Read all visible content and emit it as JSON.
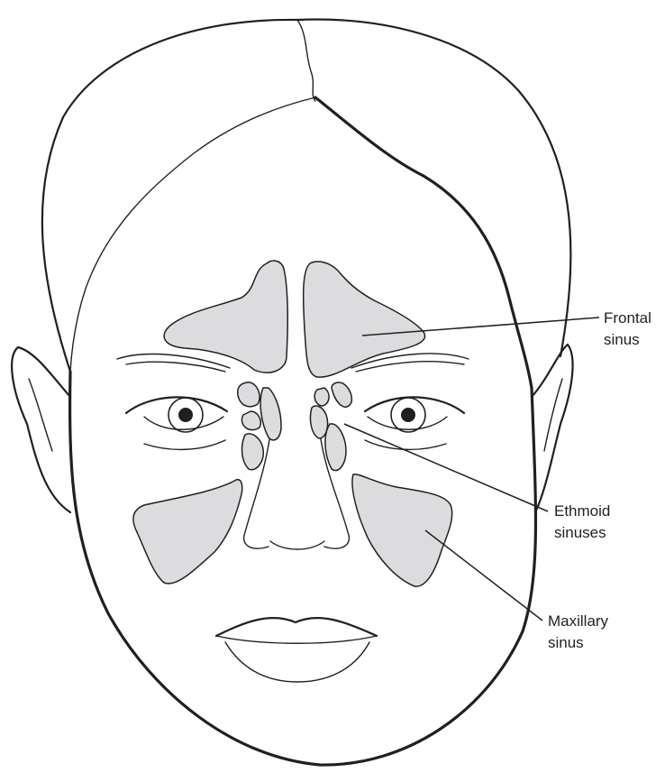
{
  "labels": {
    "frontal": [
      "Frontal",
      "sinus"
    ],
    "ethmoid": [
      "Ethmoid",
      "sinuses"
    ],
    "maxillary": [
      "Maxillary",
      "sinus"
    ]
  },
  "colors": {
    "outline": "#231f20",
    "sinus_fill": "#dcdcdf",
    "background": "#ffffff"
  }
}
